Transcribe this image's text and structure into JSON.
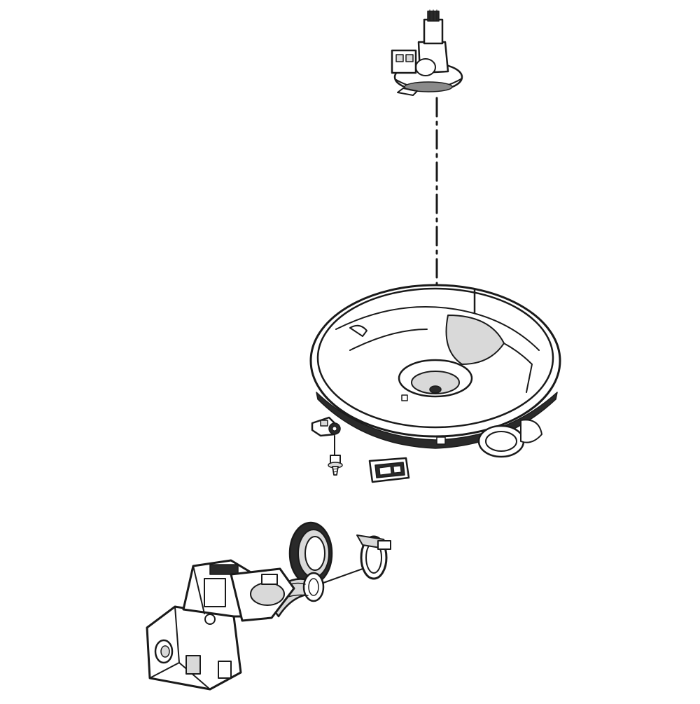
{
  "figure": {
    "kind": "exploded parts diagram",
    "background_color": "#ffffff",
    "line_color": "#1a1a1a",
    "parts": [
      {
        "id": "diverter-motor-assembly",
        "icon": "diverter-motor-icon"
      },
      {
        "id": "sump-assembly",
        "icon": "sump-ring-icon"
      },
      {
        "id": "bracket-clip",
        "icon": "bracket-clip-icon"
      },
      {
        "id": "mounting-screw",
        "icon": "screw-icon"
      },
      {
        "id": "rectangular-grommet",
        "icon": "grommet-icon"
      },
      {
        "id": "pump-seal-ring",
        "icon": "seal-ring-icon"
      },
      {
        "id": "hose-clamp",
        "icon": "hose-clamp-icon"
      },
      {
        "id": "circulation-pump-motor",
        "icon": "pump-motor-icon"
      },
      {
        "id": "pump-elbow-hose",
        "icon": "elbow-hose-icon"
      }
    ],
    "leader_lines": [
      {
        "from": "diverter-motor-assembly",
        "to": "sump-assembly",
        "style": "dash-dot"
      },
      {
        "from": "bracket-clip",
        "to": "mounting-screw",
        "style": "solid"
      },
      {
        "from": "pump-elbow-hose",
        "to": "hose-clamp",
        "style": "solid"
      }
    ]
  }
}
